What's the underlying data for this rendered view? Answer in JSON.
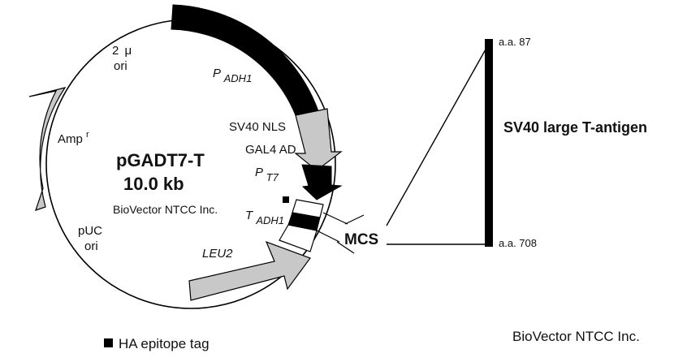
{
  "plasmid": {
    "name": "pGADT7-T",
    "size": "10.0 kb",
    "company": "BioVector NTCC Inc."
  },
  "features": {
    "two_micron_num": "2",
    "two_micron_unit": "μ",
    "two_micron_ori": "ori",
    "padh1_main": "P",
    "padh1_sub": "ADH1",
    "sv40_nls": "SV40 NLS",
    "gal4_ad": "GAL4 AD",
    "pt7_main": "P",
    "pt7_sub": "T7",
    "tadh1_main": "T",
    "tadh1_sub": "ADH1",
    "amp_main": "Amp",
    "amp_sup": "r",
    "puc_main": "pUC",
    "puc_ori": "ori",
    "leu2": "LEU2",
    "mcs": "MCS"
  },
  "insert": {
    "title": "SV40 large T-antigen",
    "start": "a.a. 87",
    "end": "a.a. 708"
  },
  "legend": {
    "ha_tag": "HA epitope tag"
  },
  "watermark": "BioVector NTCC Inc.",
  "colors": {
    "black": "#000000",
    "gray": "#c8c8c8"
  }
}
